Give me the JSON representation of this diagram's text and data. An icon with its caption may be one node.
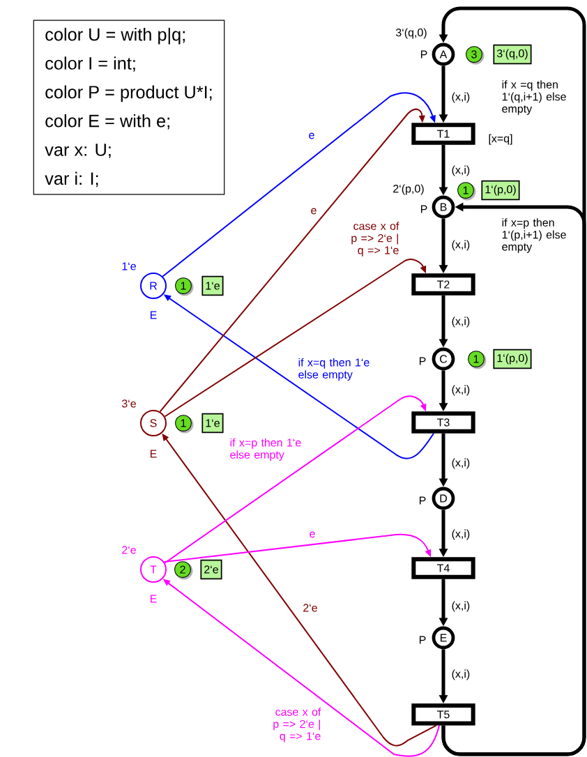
{
  "diagram": {
    "nodes": [
      {
        "text": [
          "color U = with p|q;",
          "color I = int;",
          "color P = product U*I;",
          "color E = with e;",
          "var x: U;",
          "var i: I;"
        ]
      },
      {
        "text": [
          "A"
        ],
        "beside": [
          "3‘(q,0)",
          "P"
        ]
      },
      {
        "text": [
          "3"
        ]
      },
      {
        "text": [
          "3‘(q,0)"
        ]
      },
      {
        "text": [
          "T1"
        ],
        "beside": [
          "[x=q]"
        ]
      },
      {
        "text": [
          "B"
        ],
        "beside": [
          "2‘(p,0)",
          "P"
        ]
      },
      {
        "text": [
          "1"
        ]
      },
      {
        "text": [
          "1‘(p,0)"
        ]
      },
      {
        "text": [
          "R"
        ],
        "beside": [
          "1‘e",
          "E"
        ]
      },
      {
        "text": [
          "1"
        ]
      },
      {
        "text": [
          "1‘e"
        ]
      },
      {
        "text": [
          "T2"
        ]
      },
      {
        "text": [
          "C"
        ],
        "beside": [
          "P"
        ]
      },
      {
        "text": [
          "1"
        ]
      },
      {
        "text": [
          "1‘(p,0)"
        ]
      },
      {
        "text": [
          "S"
        ],
        "beside": [
          "3‘e",
          "E"
        ]
      },
      {
        "text": [
          "1"
        ]
      },
      {
        "text": [
          "1‘e"
        ]
      },
      {
        "text": [
          "T3"
        ]
      },
      {
        "text": [
          "D"
        ],
        "beside": [
          "P"
        ]
      },
      {
        "text": [
          "T"
        ],
        "beside": [
          "2‘e",
          "E"
        ]
      },
      {
        "text": [
          "2"
        ]
      },
      {
        "text": [
          "2‘e"
        ]
      },
      {
        "text": [
          "T4"
        ]
      },
      {
        "text": [
          "E"
        ],
        "beside": [
          "P"
        ]
      },
      {
        "text": [
          "T5"
        ]
      }
    ],
    "edges": [
      {
        "from": 1,
        "to": 4,
        "arrow": "to",
        "label": "(x,i)"
      },
      {
        "from": 4,
        "to": 5,
        "arrow": "to",
        "label": "(x,i)"
      },
      {
        "from": 5,
        "to": 11,
        "arrow": "to",
        "label": "(x,i)"
      },
      {
        "from": 11,
        "to": 12,
        "arrow": "to",
        "label": "(x,i)"
      },
      {
        "from": 12,
        "to": 18,
        "arrow": "to",
        "label": "(x,i)"
      },
      {
        "from": 18,
        "to": 19,
        "arrow": "to",
        "label": "(x,i)"
      },
      {
        "from": 19,
        "to": 23,
        "arrow": "to",
        "label": "(x,i)"
      },
      {
        "from": 23,
        "to": 24,
        "arrow": "to",
        "label": "(x,i)"
      },
      {
        "from": 24,
        "to": 25,
        "arrow": "to",
        "label": "(x,i)"
      },
      {
        "from": 25,
        "to": 1,
        "arrow": "to",
        "label": "if x =q then 1‘(q,i+1) else empty"
      },
      {
        "from": 25,
        "to": 5,
        "arrow": "to",
        "label": "if x=p then 1‘(p,i+1) else empty"
      },
      {
        "from": 8,
        "to": 4,
        "arrow": "to",
        "label": "e",
        "color": "#0000ff"
      },
      {
        "from": 18,
        "to": 8,
        "arrow": "to",
        "label": "if x=q then 1‘e else empty",
        "color": "#0000ff"
      },
      {
        "from": 15,
        "to": 4,
        "arrow": "to",
        "label": "e",
        "color": "#800000"
      },
      {
        "from": 15,
        "to": 11,
        "arrow": "to",
        "label": "case x of p => 2‘e | q => 1‘e",
        "color": "#800000"
      },
      {
        "from": 25,
        "to": 15,
        "arrow": "to",
        "label": "2‘e",
        "color": "#800000"
      },
      {
        "from": 20,
        "to": 18,
        "arrow": "to",
        "label": "if x=p then 1‘e else empty",
        "color": "#ff00ff"
      },
      {
        "from": 20,
        "to": 23,
        "arrow": "to",
        "label": "e",
        "color": "#ff00ff"
      },
      {
        "from": 25,
        "to": 20,
        "arrow": "to",
        "label": "case x of p => 2‘e | q => 1‘e",
        "color": "#ff00ff"
      }
    ]
  }
}
